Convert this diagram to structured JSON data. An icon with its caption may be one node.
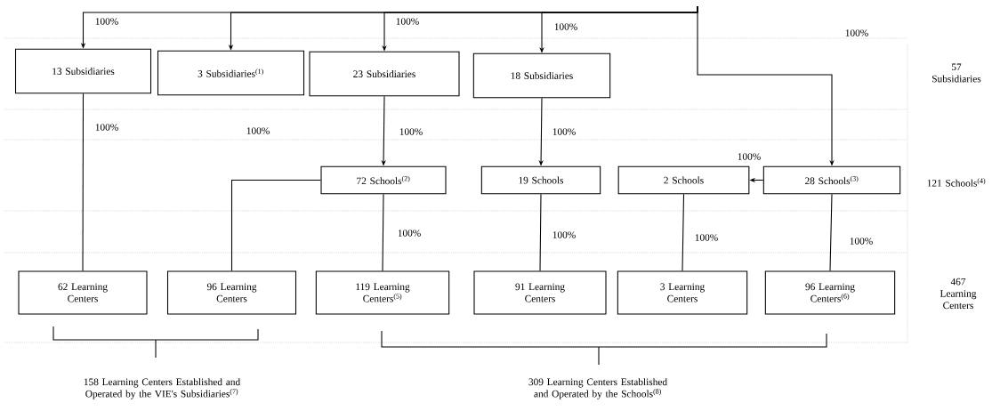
{
  "diagram": {
    "nodes": [
      {
        "text": [
          "13 Subsidiaries"
        ]
      },
      {
        "text": [
          "3 Subsidiaries$^{(1)}$"
        ]
      },
      {
        "text": [
          "23 Subsidiaries"
        ]
      },
      {
        "text": [
          "18 Subsidiaries"
        ]
      },
      {
        "text": [
          "72 Schools$^{(2)}$"
        ]
      },
      {
        "text": [
          "19 Schools"
        ]
      },
      {
        "text": [
          "2 Schools"
        ]
      },
      {
        "text": [
          "28 Schools$^{(3)}$"
        ]
      },
      {
        "text": [
          "62 Learning Centers"
        ]
      },
      {
        "text": [
          "96 Learning Centers"
        ]
      },
      {
        "text": [
          "119 Learning Centers$^{(5)}$"
        ]
      },
      {
        "text": [
          "91 Learning Centers"
        ]
      },
      {
        "text": [
          "3 Learning Centers"
        ]
      },
      {
        "text": [
          "96 Learning Centers$^{(6)}$"
        ]
      }
    ],
    "edges": [
      {
        "from": null,
        "to": 0,
        "arrow": "to",
        "label": "100%"
      },
      {
        "from": null,
        "to": 1,
        "arrow": "to"
      },
      {
        "from": null,
        "to": 2,
        "arrow": "to",
        "label": "100%"
      },
      {
        "from": null,
        "to": 3,
        "arrow": "to",
        "label": "100%"
      },
      {
        "from": null,
        "to": 7,
        "arrow": "to",
        "label": "100%"
      },
      {
        "from": 0,
        "to": 8,
        "arrow": "none",
        "label": "100%"
      },
      {
        "from": 2,
        "to": 4,
        "arrow": "to",
        "label": "100%"
      },
      {
        "from": 3,
        "to": 5,
        "arrow": "to",
        "label": "100%"
      },
      {
        "from": 7,
        "to": 6,
        "arrow": "to",
        "label": "100%"
      },
      {
        "from": 4,
        "to": 9,
        "arrow": "none"
      },
      {
        "from": 4,
        "to": 10,
        "arrow": "none",
        "label": "100%"
      },
      {
        "from": 5,
        "to": 11,
        "arrow": "none",
        "label": "100%"
      },
      {
        "from": 6,
        "to": 12,
        "arrow": "none",
        "label": "100%"
      },
      {
        "from": 7,
        "to": 13,
        "arrow": "none",
        "label": "100%"
      }
    ],
    "labels": [
      "100%",
      "57 Subsidiaries",
      "121 Schools$^{(4)}$",
      "467 Learning Centers",
      "158 Learning Centers Established and Operated by the VIE's Subsidiaries$^{(7)}$",
      "309 Learning Centers Established and Operated by the Schools$^{(8)}$"
    ]
  }
}
